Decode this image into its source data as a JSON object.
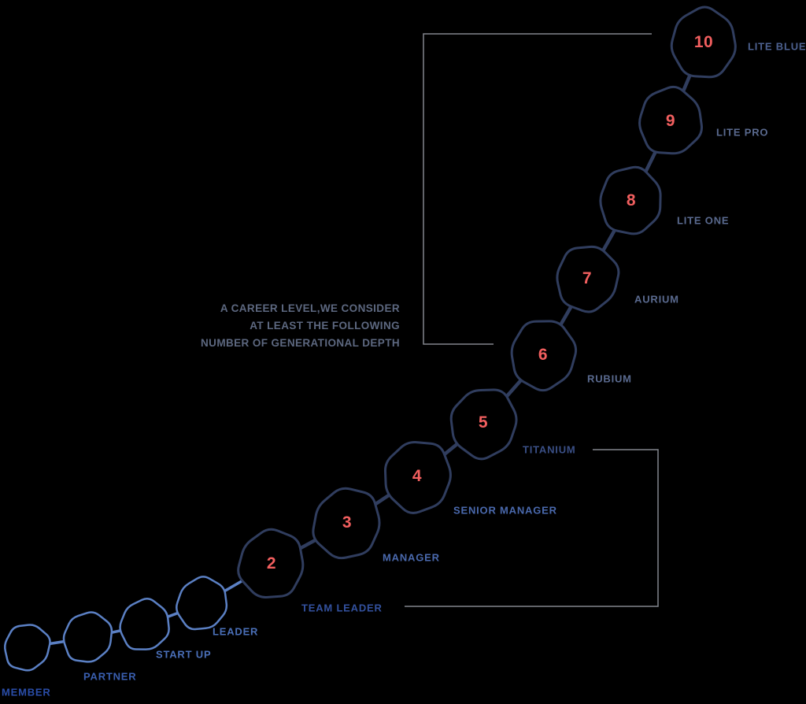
{
  "note": {
    "lines": [
      "A CAREER LEVEL,WE CONSIDER",
      "AT LEAST THE FOLLOWING",
      "NUMBER OF GENERATIONAL DEPTH"
    ],
    "color": "#5d6880"
  },
  "colors": {
    "background": "#000000",
    "node_stroke_major": "#303d5e",
    "node_stroke_minor": "#5b80c4",
    "number": "#f25f5f",
    "bracket": "#82868d"
  },
  "nodes": [
    {
      "label": "MEMBER",
      "number": "",
      "tier": "minor",
      "label_color": "#2a4da8"
    },
    {
      "label": "PARTNER",
      "number": "",
      "tier": "minor",
      "label_color": "#3a5fb0"
    },
    {
      "label": "START UP",
      "number": "",
      "tier": "minor",
      "label_color": "#4a6fb8"
    },
    {
      "label": "LEADER",
      "number": "",
      "tier": "minor",
      "label_color": "#4a6fb8"
    },
    {
      "label": "TEAM LEADER",
      "number": "2",
      "tier": "major",
      "label_color": "#33519e"
    },
    {
      "label": "MANAGER",
      "number": "3",
      "tier": "major",
      "label_color": "#4a69ad"
    },
    {
      "label": "SENIOR MANAGER",
      "number": "4",
      "tier": "major",
      "label_color": "#4a69ad"
    },
    {
      "label": "TITANIUM",
      "number": "5",
      "tier": "major",
      "label_color": "#3a4f86"
    },
    {
      "label": "RUBIUM",
      "number": "6",
      "tier": "major",
      "label_color": "#5a6a8f"
    },
    {
      "label": "AURIUM",
      "number": "7",
      "tier": "major",
      "label_color": "#5a6a8f"
    },
    {
      "label": "LITE ONE",
      "number": "8",
      "tier": "major",
      "label_color": "#5a6a8f"
    },
    {
      "label": "LITE PRO",
      "number": "9",
      "tier": "major",
      "label_color": "#5a6a8f"
    },
    {
      "label": "LITE BLUE",
      "number": "10",
      "tier": "major",
      "label_color": "#4d6190"
    }
  ]
}
